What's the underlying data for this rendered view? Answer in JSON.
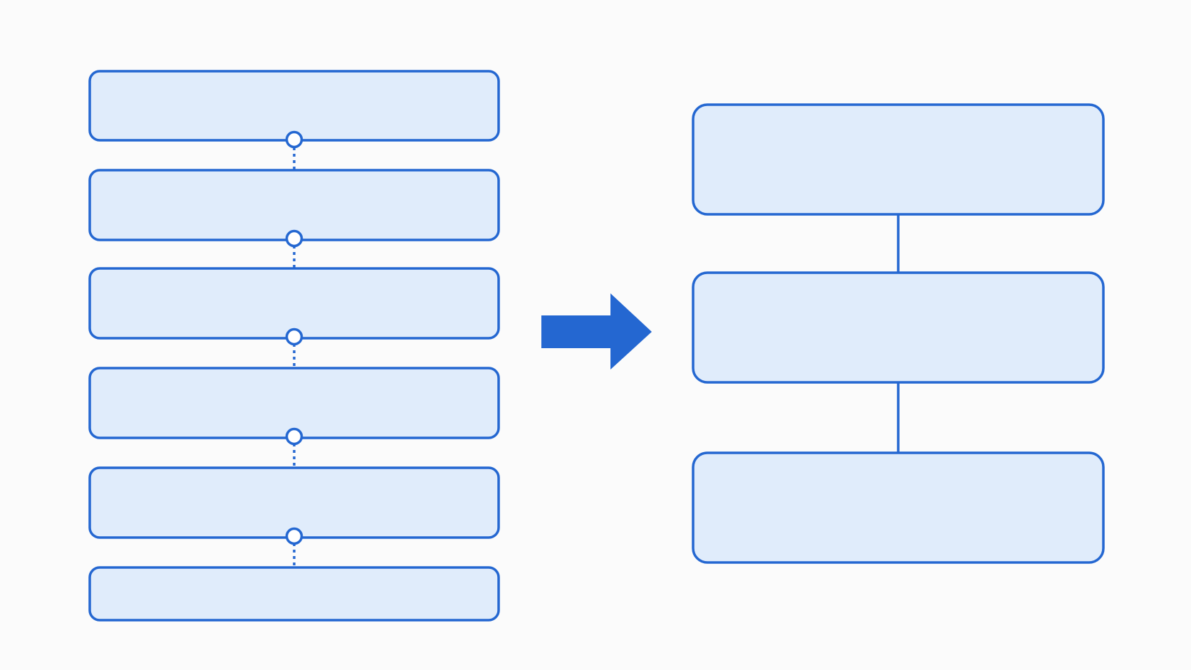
{
  "colors": {
    "background": "#fbfbfb",
    "box_fill": "#e0ecfb",
    "stroke": "#2467d1",
    "connector_dot_fill": "#ffffff"
  },
  "left_stack": {
    "box_count": 6,
    "connector_style": "dotted",
    "connector_markers": "open-circle"
  },
  "transition_arrow": {
    "direction": "right"
  },
  "right_stack": {
    "box_count": 3,
    "connector_style": "solid"
  }
}
